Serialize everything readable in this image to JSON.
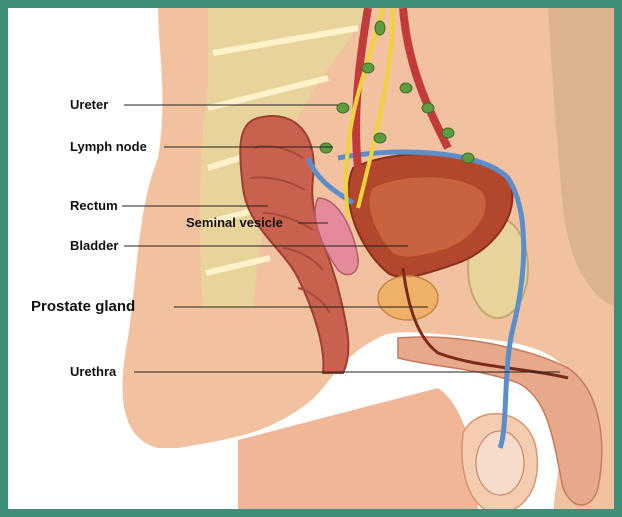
{
  "labels": {
    "ureter": "Ureter",
    "lymph_node": "Lymph node",
    "rectum": "Rectum",
    "seminal_vesicle": "Seminal vesicle",
    "bladder": "Bladder",
    "prostate_gland": "Prostate gland",
    "urethra": "Urethra"
  },
  "colors": {
    "frame": "#3f8f78",
    "skin": "#f2c2a0",
    "skin_dark": "#d9946c",
    "rectum": "#c9614f",
    "bladder": "#b2472c",
    "prostate": "#efb06a",
    "spine": "#e8d49a",
    "ureter": "#f0d23a",
    "vas_deferens": "#5a8fcc",
    "lymph": "#5f9c3f"
  }
}
